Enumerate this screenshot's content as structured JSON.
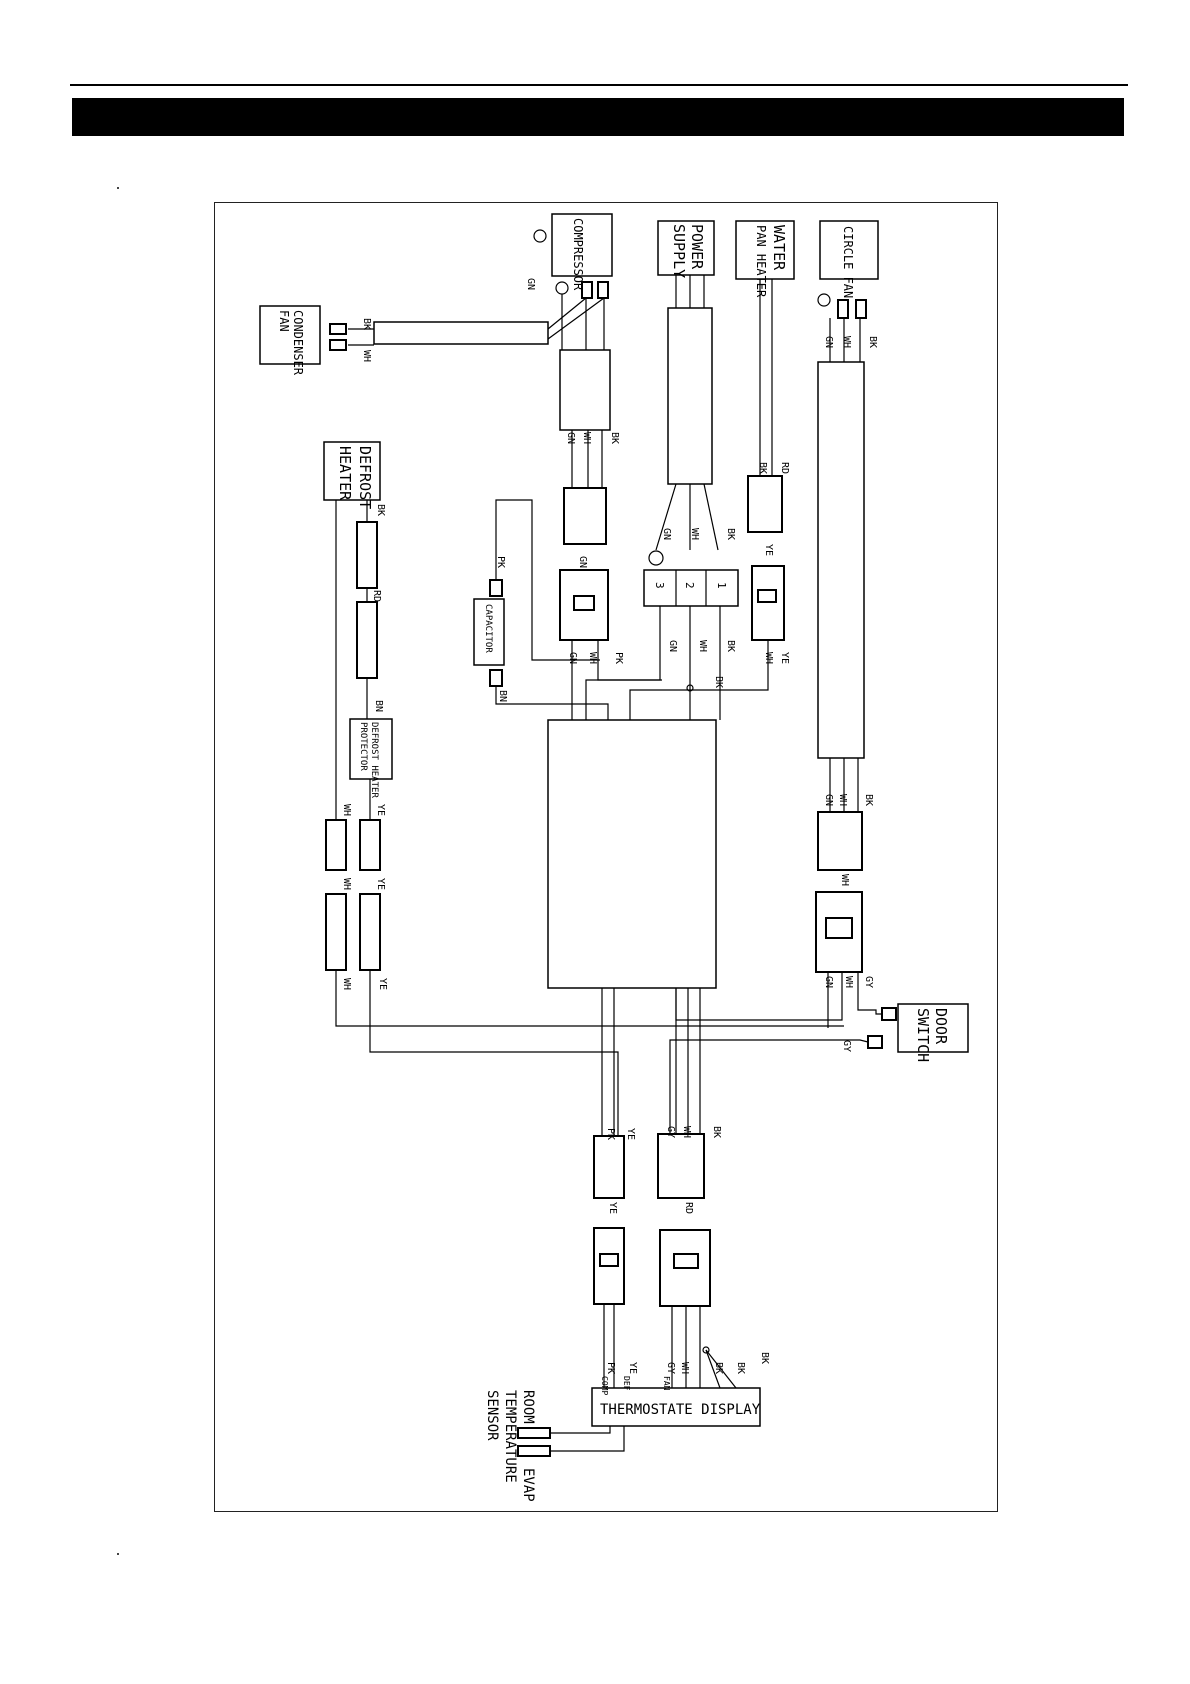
{
  "components": {
    "compressor": "COMPRESSOR",
    "power_supply": [
      "POWER",
      "SUPPLY"
    ],
    "water_pan_heater": [
      "WATER",
      "PAN HEATER"
    ],
    "circle_fan": "CIRCLE FAN",
    "condenser_fan": [
      "CONDENSER",
      "FAN"
    ],
    "defrost_heater": [
      "DEFROST",
      "HEATER"
    ],
    "capacitor": "CAPACITOR",
    "defrost_heater_protector": [
      "DEFROST HEATER",
      "PROTECTOR"
    ],
    "door_switch": [
      "DOOR",
      "SWITCH"
    ],
    "thermostate_display": "THERMOSTATE DISPLAY",
    "room_sensor": [
      "ROOM",
      "TEMPERATURE",
      "SENSOR"
    ],
    "evap_sensor": "EVAP"
  },
  "terminals": [
    "1",
    "2",
    "3"
  ],
  "wire_labels": {
    "gn": "GN",
    "bk": "BK",
    "wh": "WH",
    "rd": "RD",
    "ye": "YE",
    "pk": "PK",
    "bn": "BN",
    "gy": "GY"
  },
  "display_pins": {
    "comp": "COMP",
    "def": "DEF",
    "fan": "FAN"
  }
}
